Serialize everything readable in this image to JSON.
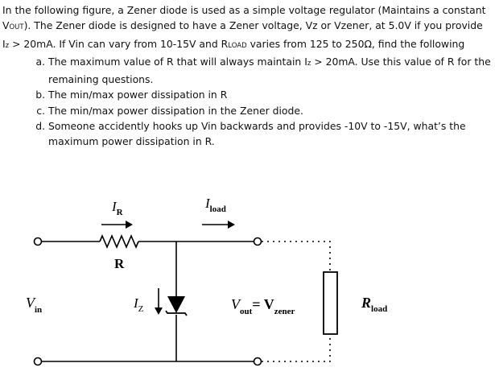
{
  "question": {
    "intro_1": "In the following figure, a Zener diode is used as a simple voltage regulator (Maintains a constant ",
    "vout_v": "V",
    "vout_sub": "OUT",
    "intro_2": "). The Zener diode is designed to have a Zener voltage, Vz or Vzener, at 5.0V if you provide I",
    "iz_sub_1": "z",
    "intro_3": " > 20mA.  If Vin can vary from 10-15V and R",
    "rload_sub": "LOAD",
    "intro_4": " varies from 125 to 250Ω, find the following",
    "parts": [
      {
        "text_1": "The maximum value of R that will always maintain I",
        "sub": "z",
        "text_2": " > 20mA.  Use this value of R for the remaining questions."
      },
      {
        "text": "The min/max power dissipation in R"
      },
      {
        "text": "The min/max power dissipation in the Zener diode."
      },
      {
        "text": "Someone accidently hooks up Vin backwards and provides -10V to -15V, what’s the maximum power dissipation in R."
      }
    ]
  },
  "circuit": {
    "ir": {
      "main": "I",
      "sub": "R"
    },
    "iload": {
      "main": "I",
      "sub": "load"
    },
    "r": "R",
    "vin": {
      "main": "V",
      "sub": "in"
    },
    "iz": {
      "main": "I",
      "sub": "Z"
    },
    "vout": {
      "v1": "V",
      "sub1": "out",
      "eq": "= V",
      "sub2": "zener"
    },
    "rload": {
      "main": "R",
      "sub": "load"
    }
  }
}
